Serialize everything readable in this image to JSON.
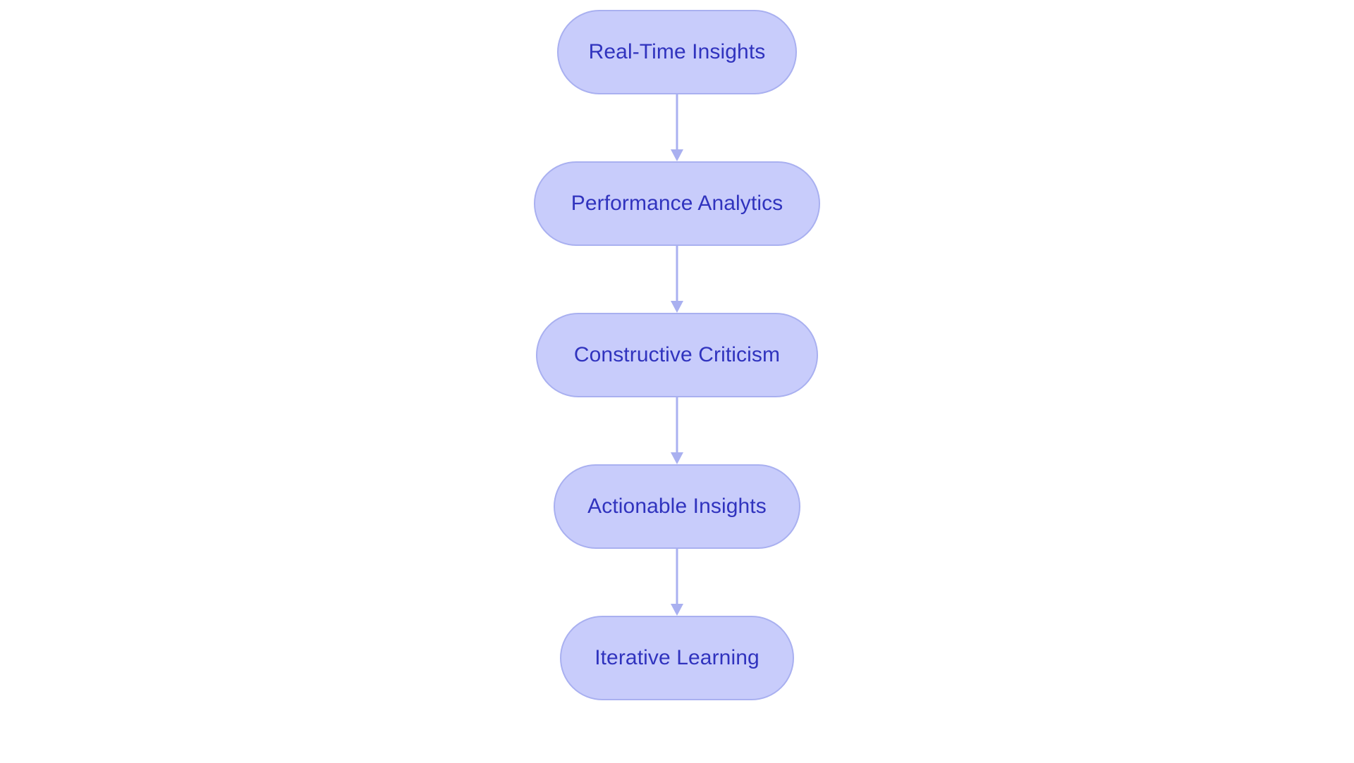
{
  "diagram": {
    "type": "flowchart",
    "orientation": "top-to-bottom",
    "background_color": "#FFFFFF",
    "node_fill_color": "#C8CCFB",
    "node_border_color": "#A9B0F0",
    "node_text_color": "#3033BE",
    "connector_color": "#A9B0F0",
    "nodes": [
      {
        "id": "node-1",
        "label": "Real-Time Insights"
      },
      {
        "id": "node-2",
        "label": "Performance Analytics"
      },
      {
        "id": "node-3",
        "label": "Constructive Criticism"
      },
      {
        "id": "node-4",
        "label": "Actionable Insights"
      },
      {
        "id": "node-5",
        "label": "Iterative Learning"
      }
    ],
    "connectors": [
      {
        "id": "connector-1",
        "from": "node-1",
        "to": "node-2",
        "arrow": "down"
      },
      {
        "id": "connector-2",
        "from": "node-2",
        "to": "node-3",
        "arrow": "down"
      },
      {
        "id": "connector-3",
        "from": "node-3",
        "to": "node-4",
        "arrow": "down"
      },
      {
        "id": "connector-4",
        "from": "node-4",
        "to": "node-5",
        "arrow": "down"
      }
    ]
  }
}
